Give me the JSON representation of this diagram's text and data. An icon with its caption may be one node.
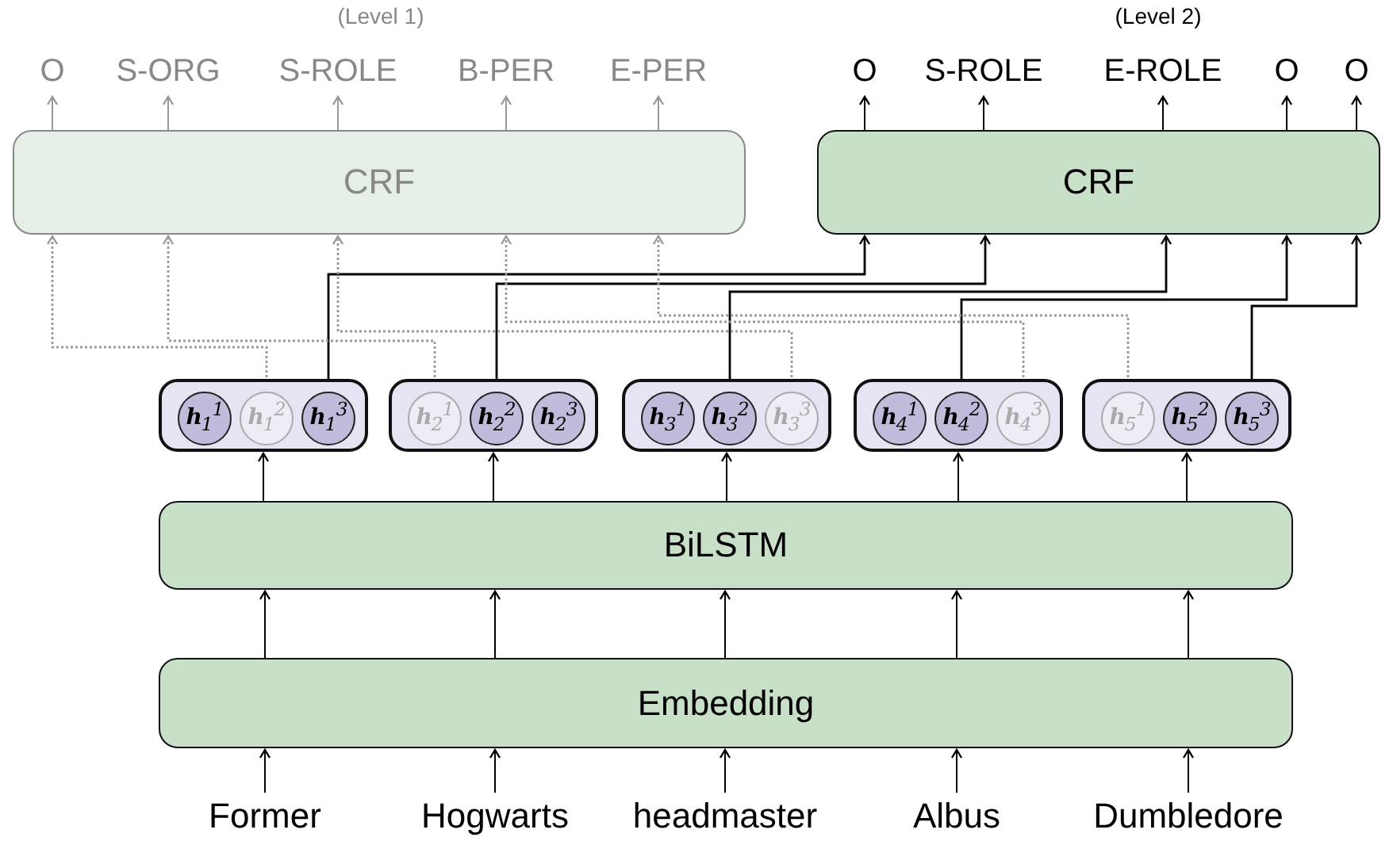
{
  "diagram": {
    "nodes": [
      {
        "text": [
          "O"
        ]
      },
      {
        "text": [
          "S-ORG"
        ]
      },
      {
        "text": [
          "S-ROLE"
        ]
      },
      {
        "text": [
          "B-PER"
        ]
      },
      {
        "text": [
          "E-PER"
        ]
      },
      {
        "text": [
          "O"
        ]
      },
      {
        "text": [
          "S-ROLE"
        ]
      },
      {
        "text": [
          "E-ROLE"
        ]
      },
      {
        "text": [
          "O"
        ]
      },
      {
        "text": [
          "O"
        ]
      },
      {
        "text": [
          "CRF"
        ]
      },
      {
        "text": [
          "CRF"
        ]
      },
      {
        "text": [],
        "shape": "box"
      },
      {
        "text": [
          "**h**$_{1}$$^{1}$"
        ],
        "in": 12
      },
      {
        "text": [
          "**h**$_{1}$$^{2}$"
        ],
        "in": 12
      },
      {
        "text": [
          "**h**$_{1}$$^{3}$"
        ],
        "in": 12
      },
      {
        "text": [],
        "shape": "box"
      },
      {
        "text": [
          "**h**$_{2}$$^{1}$"
        ],
        "in": 16
      },
      {
        "text": [
          "**h**$_{2}$$^{2}$"
        ],
        "in": 16
      },
      {
        "text": [
          "**h**$_{2}$$^{3}$"
        ],
        "in": 16
      },
      {
        "text": [],
        "shape": "box"
      },
      {
        "text": [
          "**h**$_{3}$$^{1}$"
        ],
        "in": 20
      },
      {
        "text": [
          "**h**$_{3}$$^{2}$"
        ],
        "in": 20
      },
      {
        "text": [
          "**h**$_{3}$$^{3}$"
        ],
        "in": 20
      },
      {
        "text": [],
        "shape": "box"
      },
      {
        "text": [
          "**h**$_{4}$$^{1}$"
        ],
        "in": 24
      },
      {
        "text": [
          "**h**$_{4}$$^{2}$"
        ],
        "in": 24
      },
      {
        "text": [
          "**h**$_{4}$$^{3}$"
        ],
        "in": 24
      },
      {
        "text": [],
        "shape": "box"
      },
      {
        "text": [
          "**h**$_{5}$$^{1}$"
        ],
        "in": 28
      },
      {
        "text": [
          "**h**$_{5}$$^{2}$"
        ],
        "in": 28
      },
      {
        "text": [
          "**h**$_{5}$$^{3}$"
        ],
        "in": 28
      },
      {
        "text": [
          "BiLSTM"
        ]
      },
      {
        "text": [
          "Embedding"
        ]
      },
      {
        "text": [
          "Former"
        ]
      },
      {
        "text": [
          "Hogwarts"
        ]
      },
      {
        "text": [
          "headmaster"
        ]
      },
      {
        "text": [
          "Albus"
        ]
      },
      {
        "text": [
          "Dumbledore"
        ]
      }
    ],
    "edges": [
      {
        "from": 34,
        "to": 33,
        "arrow": "to"
      },
      {
        "from": 35,
        "to": 33,
        "arrow": "to"
      },
      {
        "from": 36,
        "to": 33,
        "arrow": "to"
      },
      {
        "from": 37,
        "to": 33,
        "arrow": "to"
      },
      {
        "from": 38,
        "to": 33,
        "arrow": "to"
      },
      {
        "from": 33,
        "to": 32,
        "arrow": "to"
      },
      {
        "from": 33,
        "to": 32,
        "arrow": "to"
      },
      {
        "from": 33,
        "to": 32,
        "arrow": "to"
      },
      {
        "from": 33,
        "to": 32,
        "arrow": "to"
      },
      {
        "from": 33,
        "to": 32,
        "arrow": "to"
      },
      {
        "from": 32,
        "to": 12,
        "arrow": "to"
      },
      {
        "from": 32,
        "to": 16,
        "arrow": "to"
      },
      {
        "from": 32,
        "to": 20,
        "arrow": "to"
      },
      {
        "from": 32,
        "to": 24,
        "arrow": "to"
      },
      {
        "from": 32,
        "to": 28,
        "arrow": "to"
      },
      {
        "from": 14,
        "to": 10,
        "arrow": "to",
        "style": "dashed",
        "color": "#999999"
      },
      {
        "from": 15,
        "to": 11,
        "arrow": "to"
      },
      {
        "from": 17,
        "to": 10,
        "arrow": "to",
        "style": "dashed",
        "color": "#999999"
      },
      {
        "from": 18,
        "to": 11,
        "arrow": "to"
      },
      {
        "from": 22,
        "to": 11,
        "arrow": "to"
      },
      {
        "from": 23,
        "to": 10,
        "arrow": "to",
        "style": "dashed",
        "color": "#999999"
      },
      {
        "from": 26,
        "to": 11,
        "arrow": "to"
      },
      {
        "from": 27,
        "to": 10,
        "arrow": "to",
        "style": "dashed",
        "color": "#999999"
      },
      {
        "from": 29,
        "to": 10,
        "arrow": "to",
        "style": "dashed",
        "color": "#999999"
      },
      {
        "from": 31,
        "to": 11,
        "arrow": "to"
      },
      {
        "from": 10,
        "to": 0,
        "arrow": "to",
        "color": "#999999"
      },
      {
        "from": 10,
        "to": 1,
        "arrow": "to",
        "color": "#999999"
      },
      {
        "from": 10,
        "to": 2,
        "arrow": "to",
        "color": "#999999"
      },
      {
        "from": 10,
        "to": 3,
        "arrow": "to",
        "color": "#999999"
      },
      {
        "from": 10,
        "to": 4,
        "arrow": "to",
        "color": "#999999"
      },
      {
        "from": 11,
        "to": 5,
        "arrow": "to"
      },
      {
        "from": 11,
        "to": 6,
        "arrow": "to"
      },
      {
        "from": 11,
        "to": 7,
        "arrow": "to"
      },
      {
        "from": 11,
        "to": 8,
        "arrow": "to"
      },
      {
        "from": 11,
        "to": 9,
        "arrow": "to"
      }
    ],
    "labels": [
      "(Level 1)",
      "(Level 2)"
    ]
  }
}
